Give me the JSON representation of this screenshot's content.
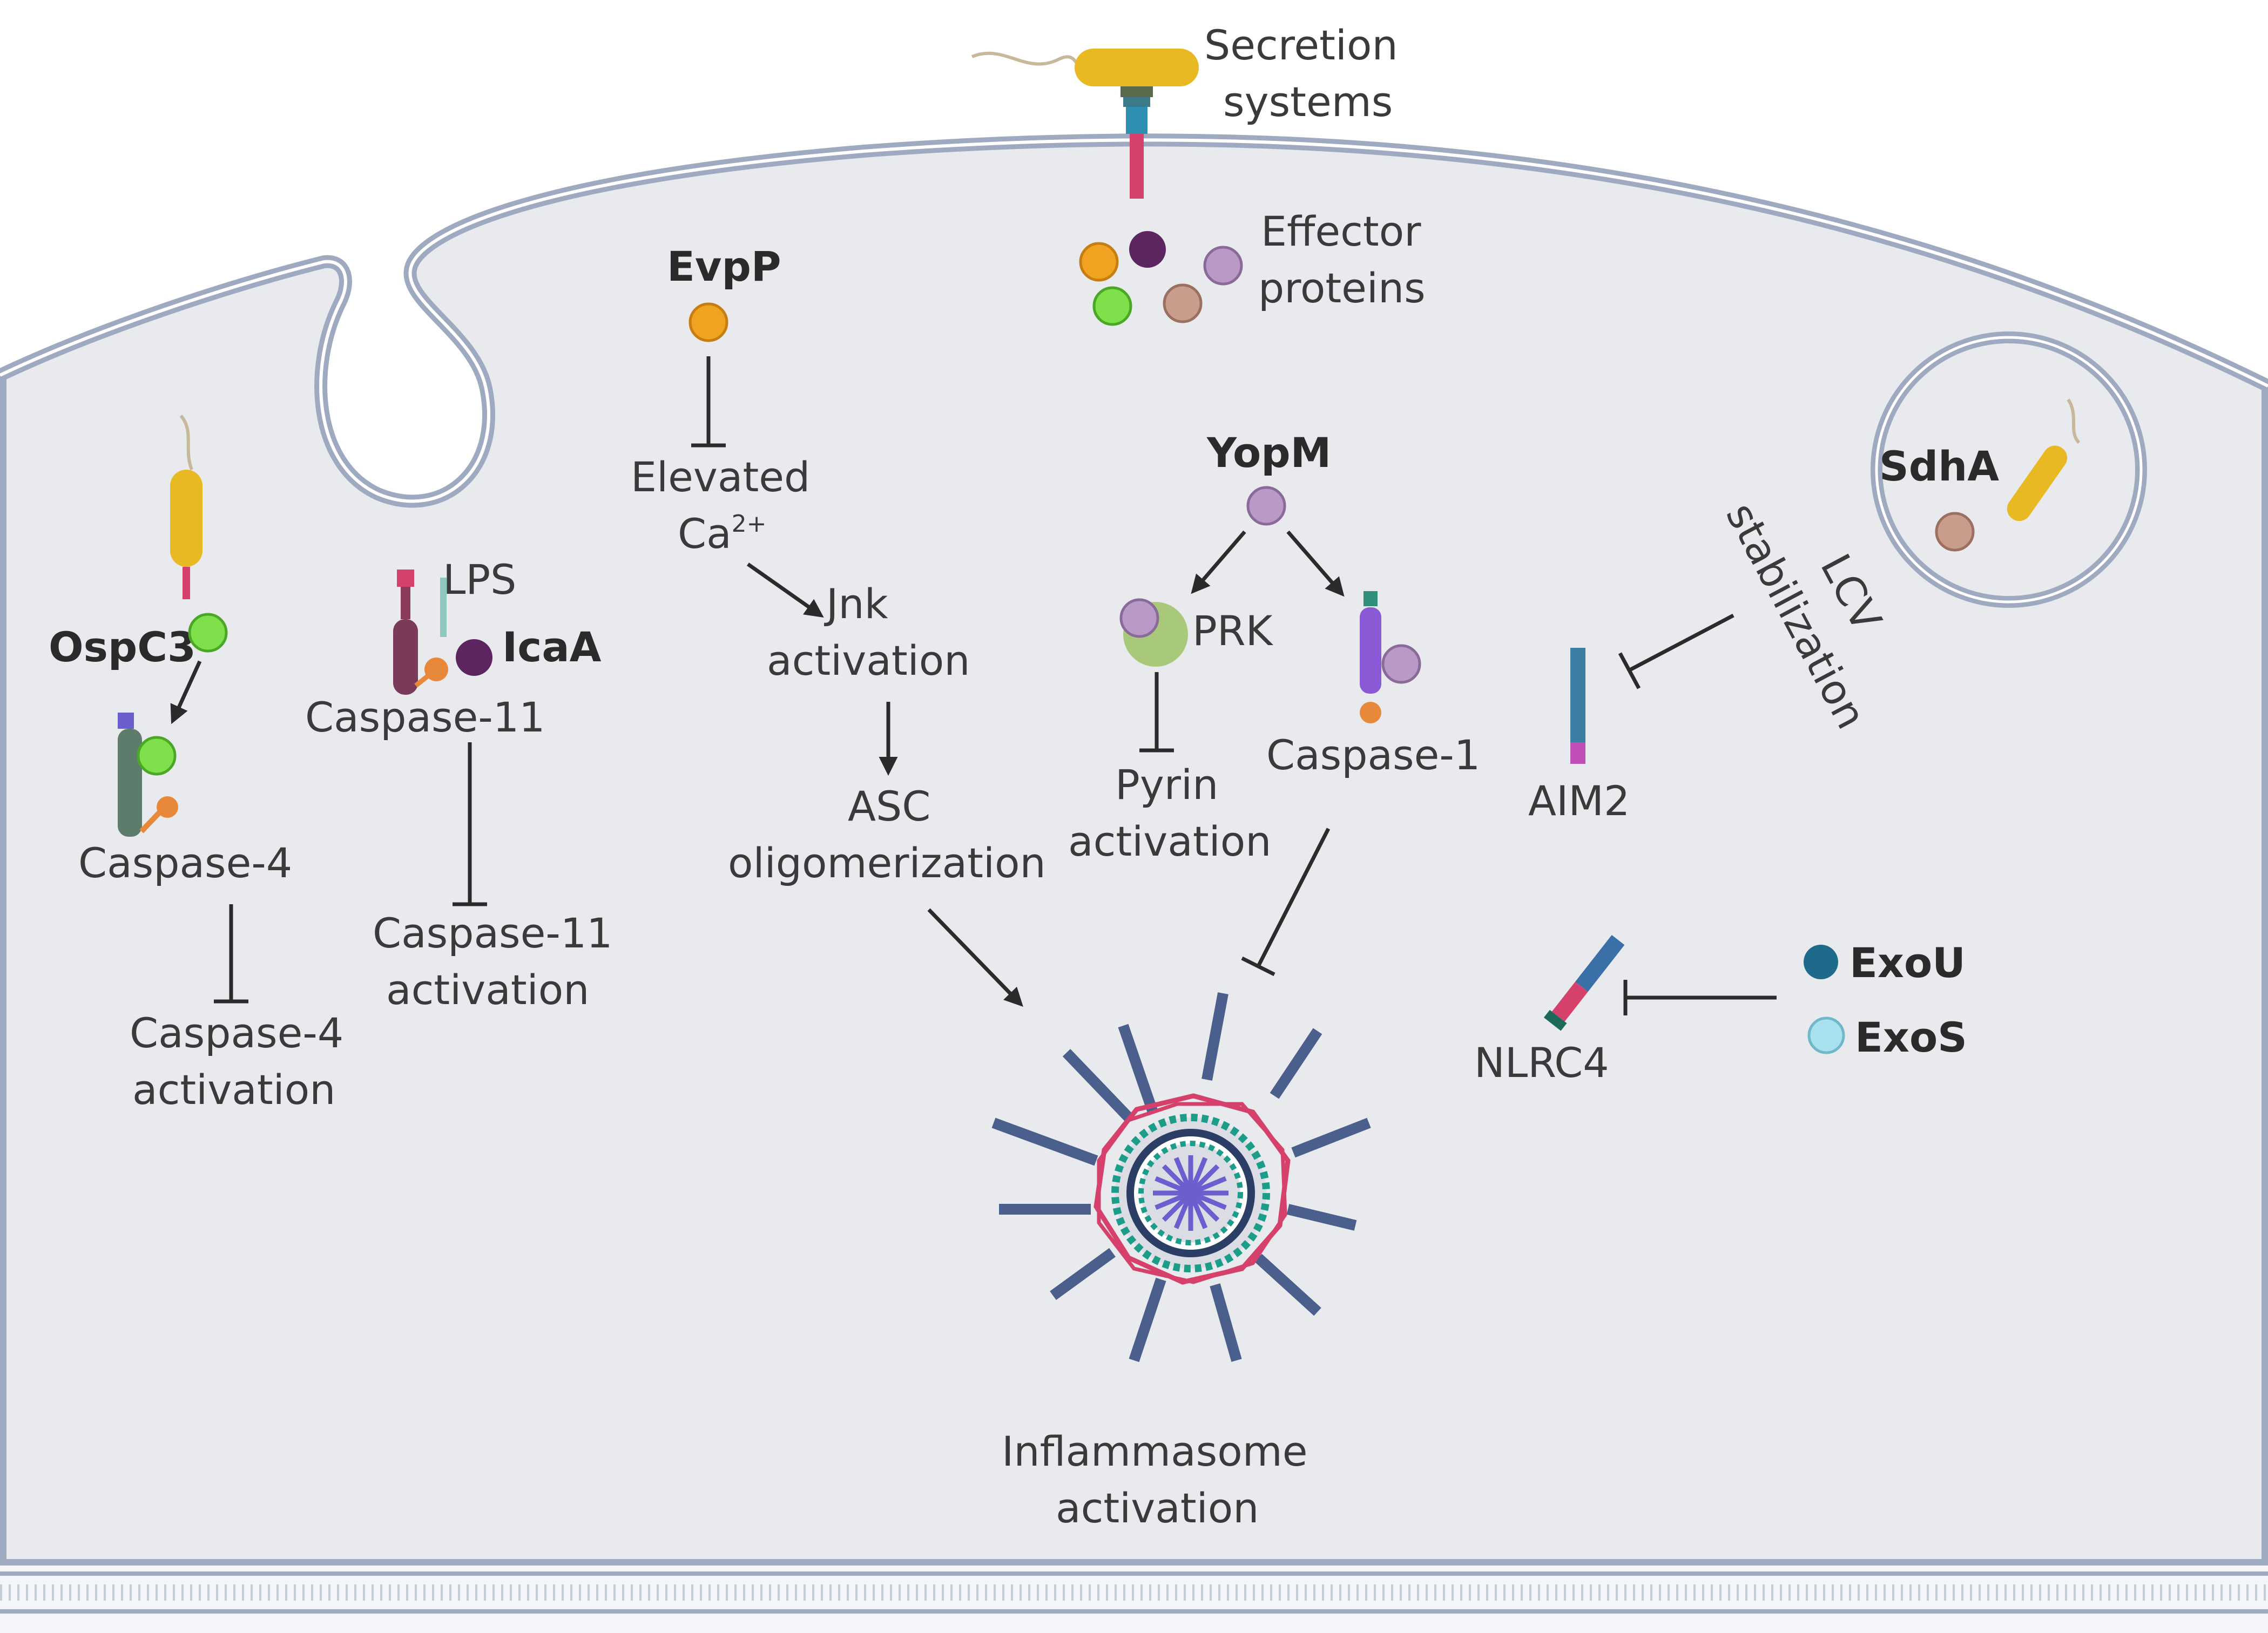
{
  "colors": {
    "cell": "#e8eaee",
    "membrane": "#9eaabf",
    "membrane_inner": "#ffffff",
    "arrow": "#2b2b2b",
    "text": "#3a3a3a",
    "bacterium": "#e8b923",
    "effector_orange": "#f0a321",
    "effector_purple": "#5c2560",
    "effector_lilac": "#b99ac6",
    "effector_green": "#7ee04a",
    "effector_rose": "#c99c8c",
    "exou": "#1d6a8a",
    "exos": "#a9e2ef",
    "inflammasome_blue": "#4a5f8c",
    "inflammasome_pink": "#d6416b",
    "inflammasome_teal": "#1c9d8a"
  },
  "icons": {
    "bacterium": "bacterium-icon",
    "secretion": "secretion-system-icon",
    "effector": "effector-protein-icon",
    "caspase": "caspase-protein-icon",
    "inflammasome": "inflammasome-icon"
  },
  "labels": {
    "secretion_line1": "Secretion",
    "secretion_line2": "systems",
    "effector_line1": "Effector",
    "effector_line2": "proteins",
    "evpp": "EvpP",
    "elevated_line1": "Elevated",
    "elevated_line2": "Ca",
    "elevated_sup": "2+",
    "jnk_line1": "Jnk",
    "jnk_line2": "activation",
    "asc_line1": "ASC",
    "asc_line2": "oligomerization",
    "yopm": "YopM",
    "prk": "PRK",
    "pyrin_line1": "Pyrin",
    "pyrin_line2": "activation",
    "caspase1": "Caspase-1",
    "sdha": "SdhA",
    "lcv_line1": "LCV",
    "lcv_line2": "stabilization",
    "aim2": "AIM2",
    "nlrc4": "NLRC4",
    "exou": "ExoU",
    "exos": "ExoS",
    "ospc3": "OspC3",
    "caspase4": "Caspase-4",
    "caspase4_act_line1": "Caspase-4",
    "caspase4_act_line2": "activation",
    "lps": "LPS",
    "icaa": "IcaA",
    "caspase11": "Caspase-11",
    "caspase11_act_line1": "Caspase-11",
    "caspase11_act_line2": "activation",
    "inflammasome_line1": "Inflammasome",
    "inflammasome_line2": "activation"
  }
}
